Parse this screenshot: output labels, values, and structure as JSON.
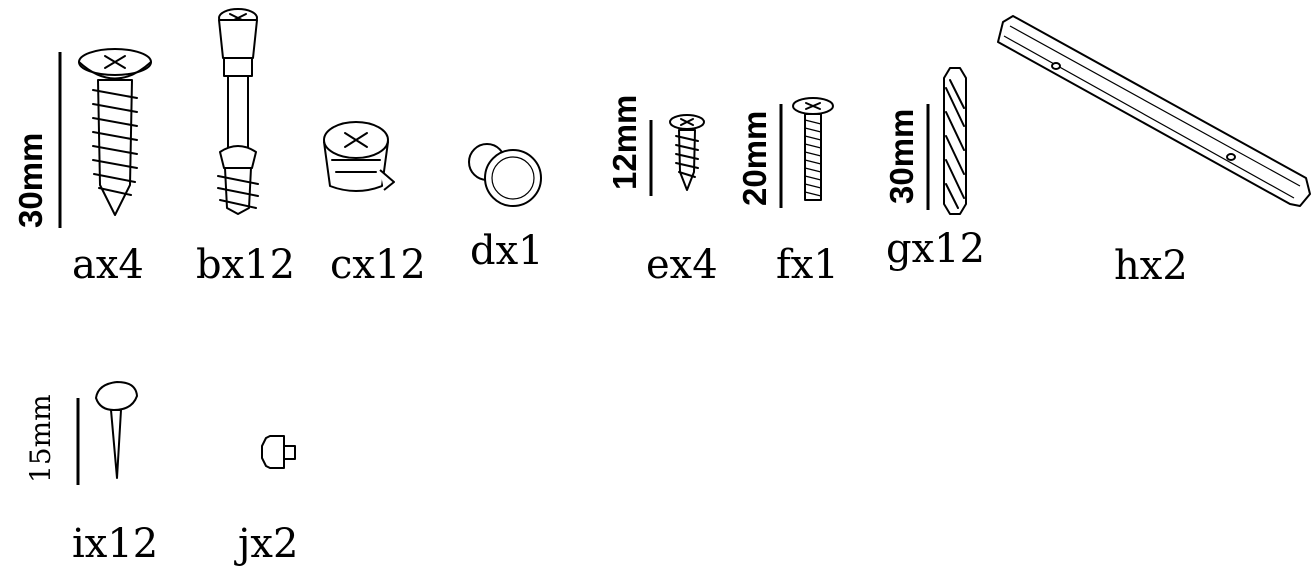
{
  "parts": {
    "a": {
      "label": "ax4",
      "size": "30mm"
    },
    "b": {
      "label": "bx12"
    },
    "c": {
      "label": "cx12"
    },
    "d": {
      "label": "dx1"
    },
    "e": {
      "label": "ex4",
      "size": "12mm"
    },
    "f": {
      "label": "fx1",
      "size": "20mm"
    },
    "g": {
      "label": "gx12",
      "size": "30mm"
    },
    "h": {
      "label": "hx2"
    },
    "i": {
      "label": "ix12",
      "size": "15mm"
    },
    "j": {
      "label": "jx2"
    }
  },
  "icons": [
    "screw-icon",
    "cam-bolt-icon",
    "cam-lock-icon",
    "knob-icon",
    "small-screw-icon",
    "machine-screw-icon",
    "wooden-dowel-icon",
    "connector-strap-icon",
    "nail-icon",
    "shelf-support-pin-icon"
  ]
}
